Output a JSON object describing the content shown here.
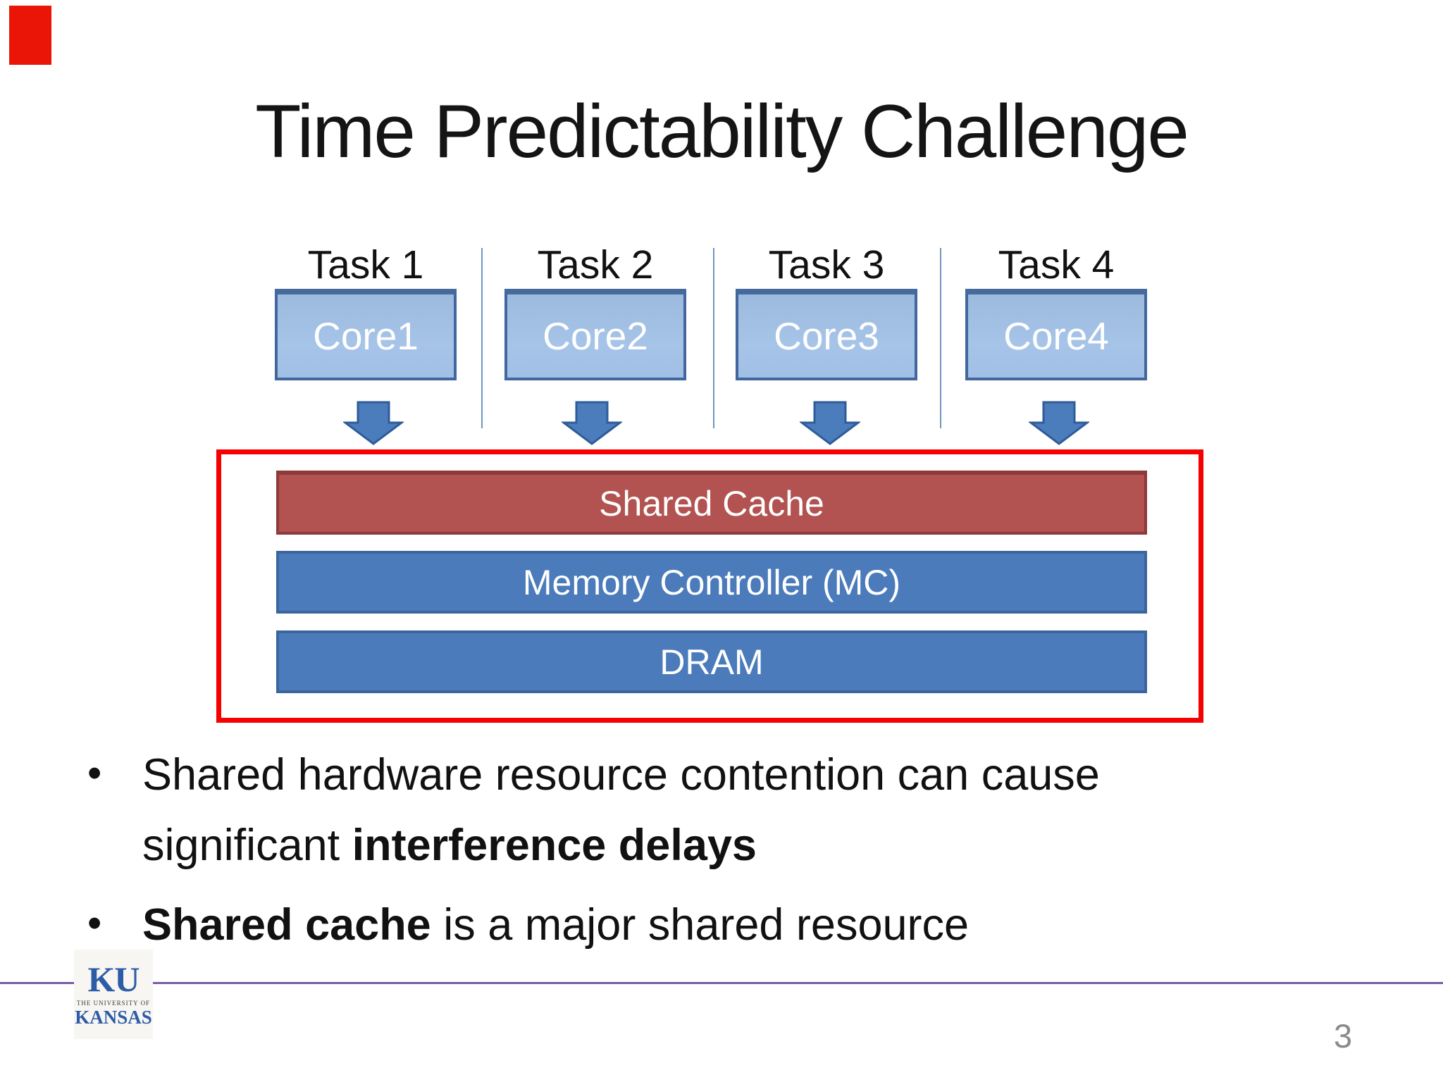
{
  "title": "Time Predictability Challenge",
  "corner_marker_color": "#ea1507",
  "diagram": {
    "tasks": [
      "Task 1",
      "Task 2",
      "Task 3",
      "Task 4"
    ],
    "cores": [
      "Core1",
      "Core2",
      "Core3",
      "Core4"
    ],
    "layers": [
      "Shared Cache",
      "Memory Controller (MC)",
      "DRAM"
    ]
  },
  "bullets": {
    "marker": "•",
    "items": [
      {
        "pre": "Shared hardware resource contention can cause significant ",
        "bold": "interference delays",
        "post": ""
      },
      {
        "pre": "",
        "bold": "Shared cache",
        "post": " is a major shared resource"
      }
    ]
  },
  "logo": {
    "monogram": "KU",
    "line1": "THE UNIVERSITY OF",
    "line2": "KANSAS"
  },
  "footer": {
    "page_number": "3"
  },
  "colors": {
    "core_fill": "#a3c1e6",
    "core_border": "#41679e",
    "separator_line": "#6f97c2",
    "arrow_fill": "#4b7cbb",
    "arrow_border": "#2f5c99",
    "container_border": "#f60000",
    "cache_fill": "#b25251",
    "cache_border": "#8f3a3a",
    "memory_fill": "#4b7bba",
    "memory_border": "#3a659f",
    "footer_rule": "#7a5ba4",
    "logo_blue": "#2d5ca7",
    "page_number": "#8a8a8a"
  }
}
